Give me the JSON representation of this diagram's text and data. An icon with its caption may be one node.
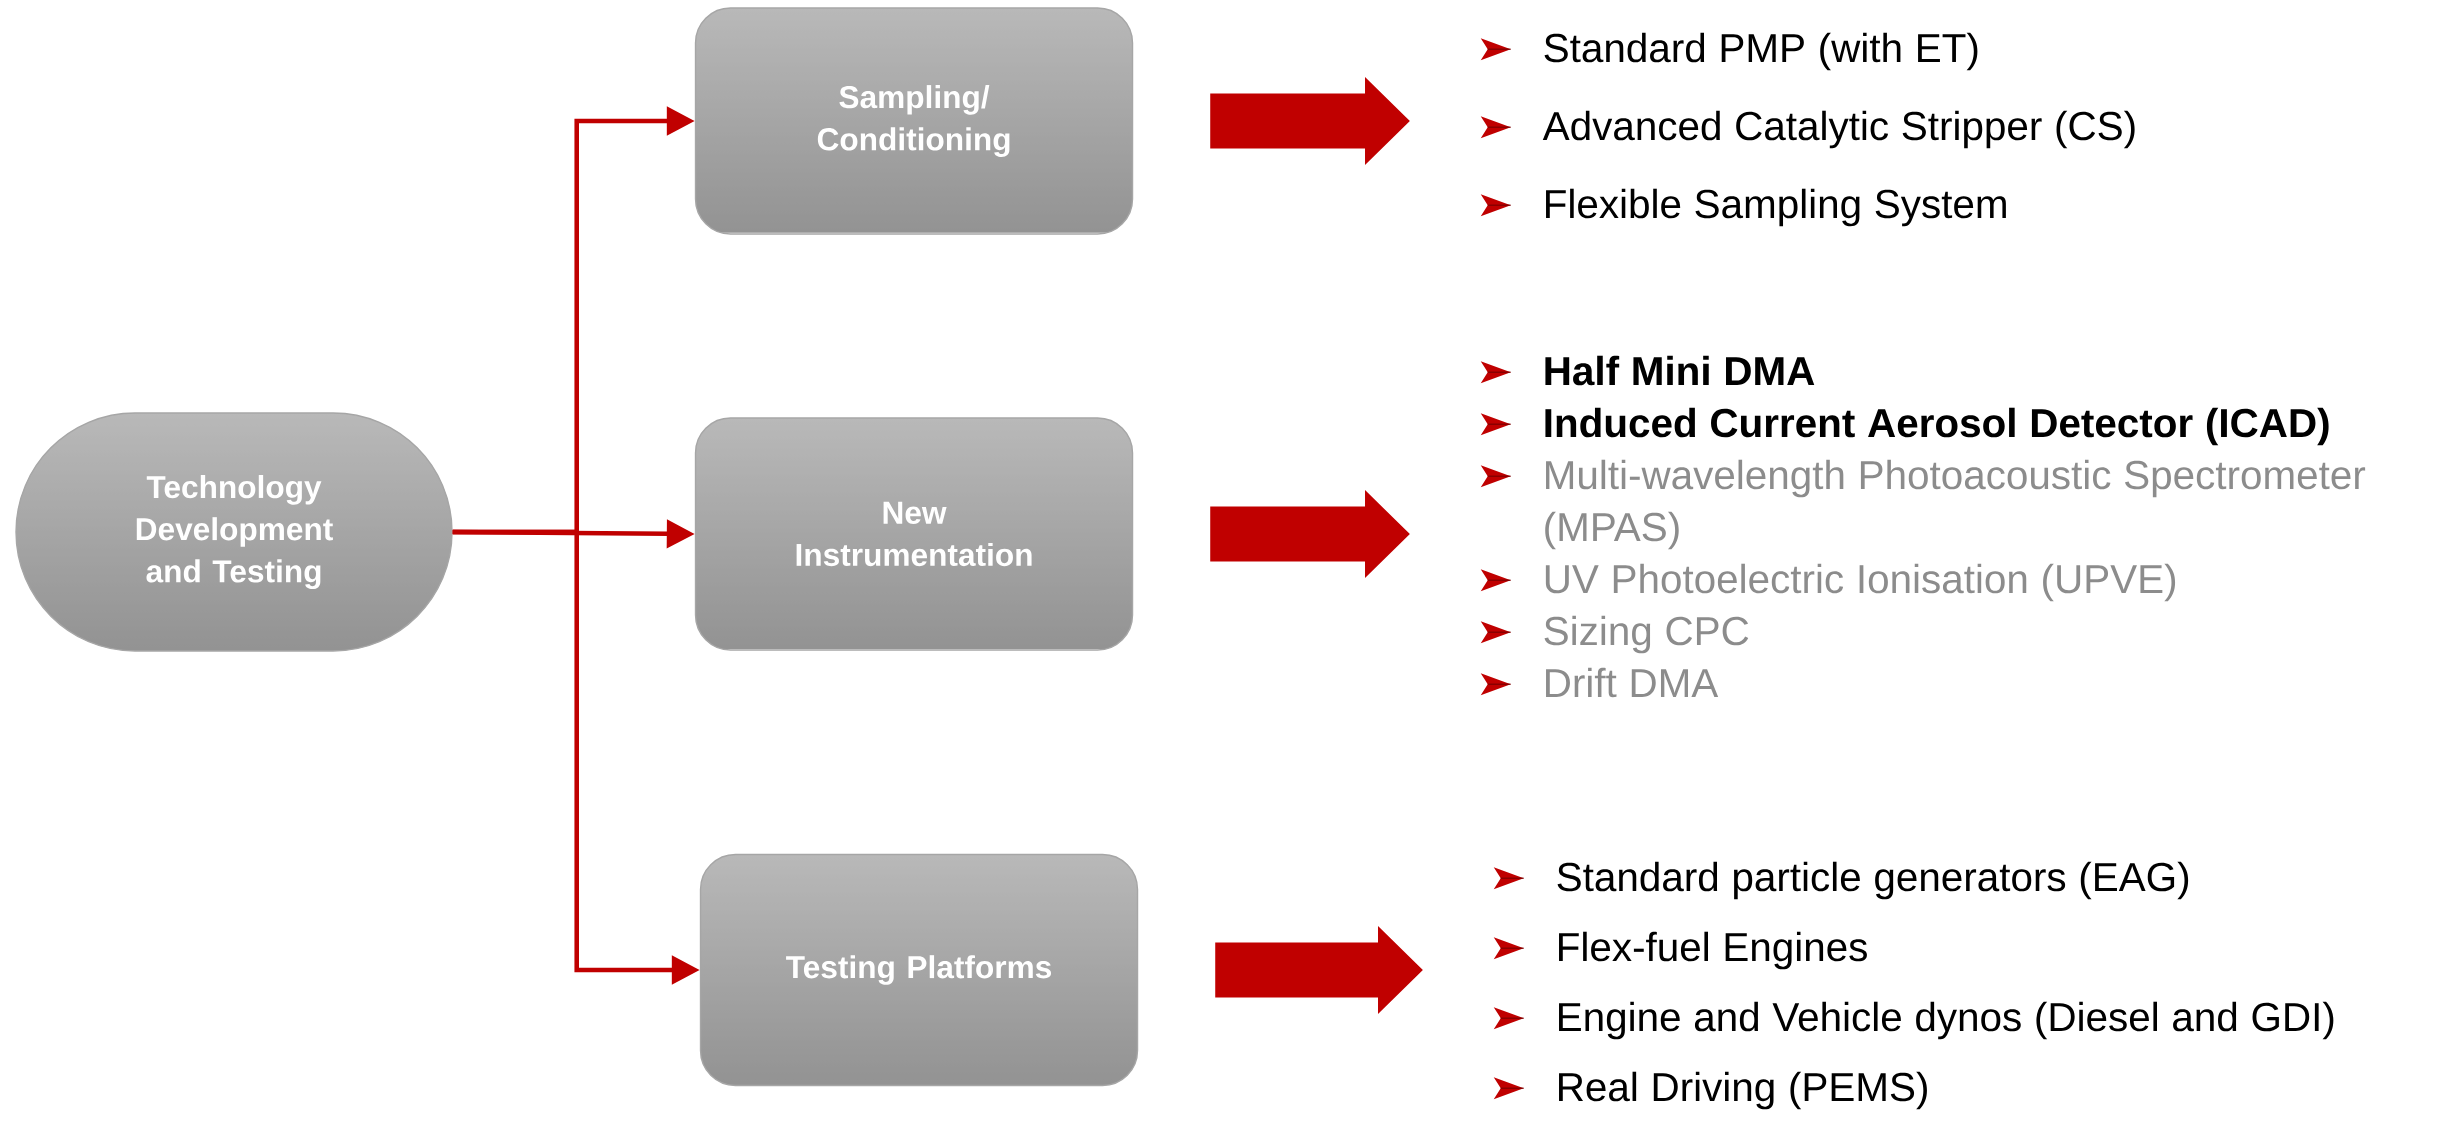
{
  "diagram": {
    "nodes": [
      {
        "text": [
          "Technology Development and Testing"
        ]
      },
      {
        "text": [
          "Sampling/ Conditioning"
        ]
      },
      {
        "text": [
          "New Instrumentation"
        ]
      },
      {
        "text": [
          "Testing Platforms"
        ]
      },
      {
        "text": [
          "Standard PMP (with ET)",
          "Advanced Catalytic Stripper (CS)",
          "Flexible Sampling System"
        ]
      },
      {
        "text": [
          "Half Mini DMA",
          "Induced Current Aerosol Detector (ICAD)",
          "Multi-wavelength Photoacoustic Spectrometer (MPAS)",
          "UV Photoelectric Ionisation (UPVE)",
          "Sizing CPC",
          "Drift DMA"
        ]
      },
      {
        "text": [
          "Standard particle generators (EAG)",
          "Flex-fuel Engines",
          "Engine and Vehicle dynos (Diesel and GDI)",
          "Real Driving (PEMS)"
        ]
      }
    ],
    "edges": [
      {
        "from": 0,
        "to": 1,
        "arrow": "to"
      },
      {
        "from": 0,
        "to": 2,
        "arrow": "to"
      },
      {
        "from": 0,
        "to": 3,
        "arrow": "to"
      },
      {
        "from": 1,
        "to": 4,
        "arrow": "to",
        "style": "thick"
      },
      {
        "from": 2,
        "to": 5,
        "arrow": "to",
        "style": "thick"
      },
      {
        "from": 3,
        "to": 6,
        "arrow": "to",
        "style": "thick"
      }
    ]
  }
}
